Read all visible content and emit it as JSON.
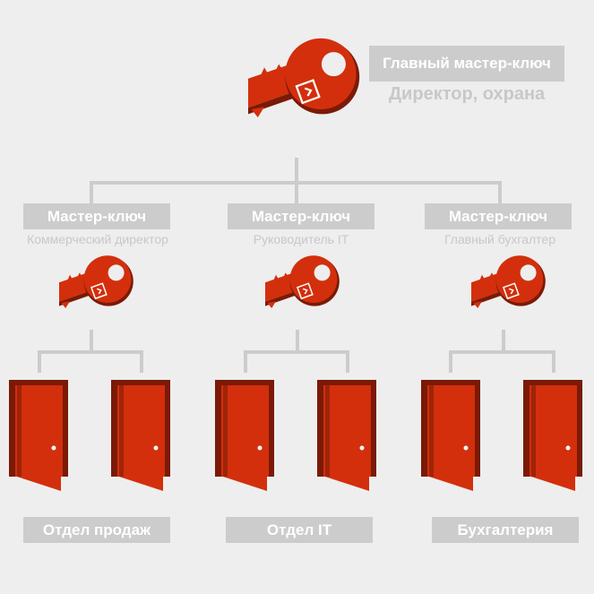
{
  "main_key": {
    "label": "Главный мастер-ключ",
    "holder": "Директор, охрана"
  },
  "branches": [
    {
      "key_label": "Мастер-ключ",
      "holder": "Коммерческий директор",
      "department": "Отдел продаж"
    },
    {
      "key_label": "Мастер-ключ",
      "holder": "Руководитель IT",
      "department": "Отдел IT"
    },
    {
      "key_label": "Мастер-ключ",
      "holder": "Главный бухгалтер",
      "department": "Бухгалтерия"
    }
  ],
  "colors": {
    "background": "#eeeeee",
    "label_bg": "#cccccc",
    "connector": "#cccccc",
    "key_red": "#d32f0c",
    "key_dark": "#7a1a06",
    "door_frame": "#7a1a06",
    "door_red": "#d32f0c"
  },
  "icons": [
    "master-key-icon",
    "key-icon",
    "door-icon"
  ]
}
